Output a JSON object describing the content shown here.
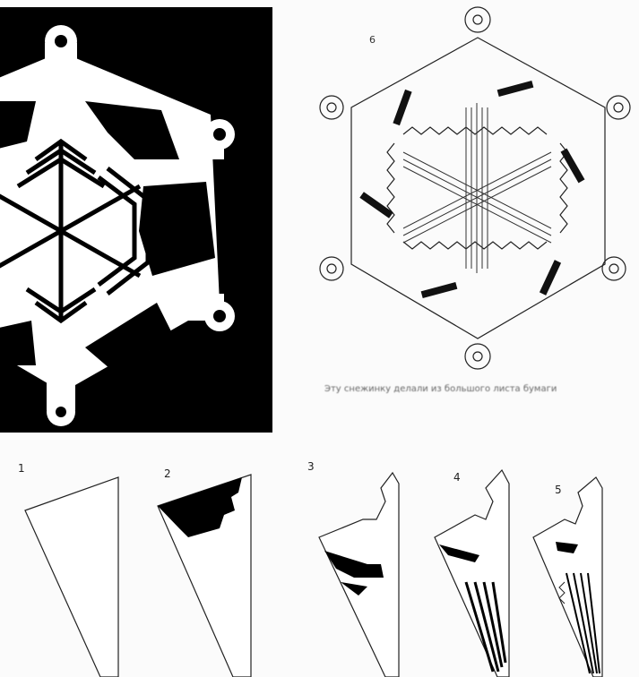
{
  "snowflake_caption": "Эту снежинку делали из большого листа бумаги",
  "outline_label": "6",
  "steps": [
    {
      "label": "1"
    },
    {
      "label": "2"
    },
    {
      "label": "3"
    },
    {
      "label": "4"
    },
    {
      "label": "5"
    }
  ],
  "colors": {
    "paper": "#ffffff",
    "cut": "#000000",
    "line": "#222222",
    "background": "#fbfbfb"
  }
}
